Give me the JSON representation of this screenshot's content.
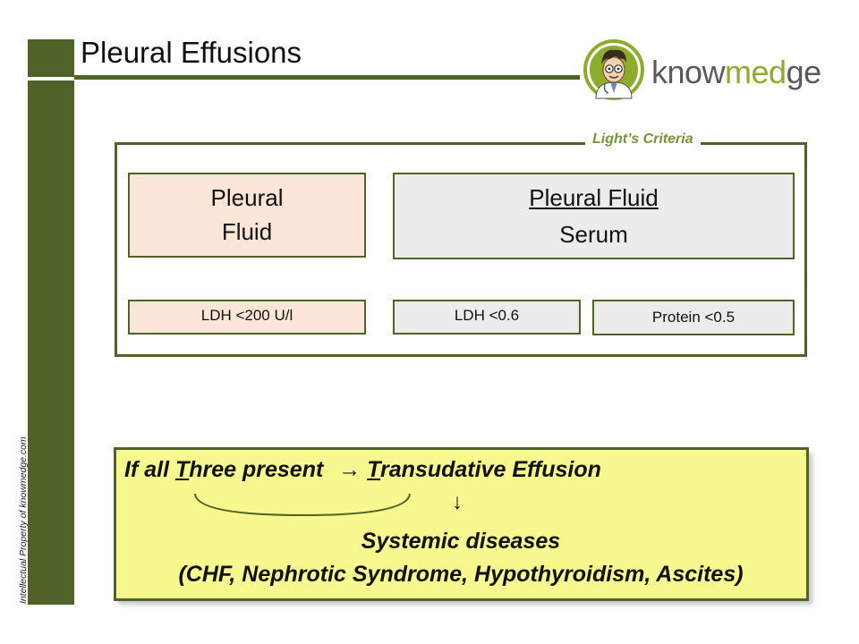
{
  "slide": {
    "title": "Pleural Effusions",
    "vertical_credit": "Intellectual Property of knowmedge.com"
  },
  "logo": {
    "text_prefix": "know",
    "text_accent": "med",
    "text_suffix": "ge",
    "badge_icon": "doctor-mascot-icon",
    "accent_color": "#8dac2b"
  },
  "criteria": {
    "label": "Light’s Criteria",
    "pleural_box": {
      "line1": "Pleural",
      "line2": "Fluid"
    },
    "ratio_box": {
      "numerator": "Pleural Fluid",
      "denominator": "Serum"
    },
    "ldh_absolute": "LDH <200 U/l",
    "ldh_ratio": "LDH <0.6",
    "protein_ratio": "Protein <0.5"
  },
  "conclusion": {
    "part1": "If all ",
    "three_letter": "T",
    "three_rest": "hree present ",
    "arrow": "→",
    "trans_letter": "T",
    "trans_rest": "ransudative Effusion",
    "down_arrow": "↓",
    "line2": "Systemic diseases",
    "line3": "(CHF, Nephrotic Syndrome, Hypothyroidism, Ascites)"
  },
  "colors": {
    "frame_green": "#4f6228",
    "label_green": "#77933c",
    "peach": "#fce6d8",
    "gray": "#ececec",
    "yellow": "#f7f88d"
  }
}
